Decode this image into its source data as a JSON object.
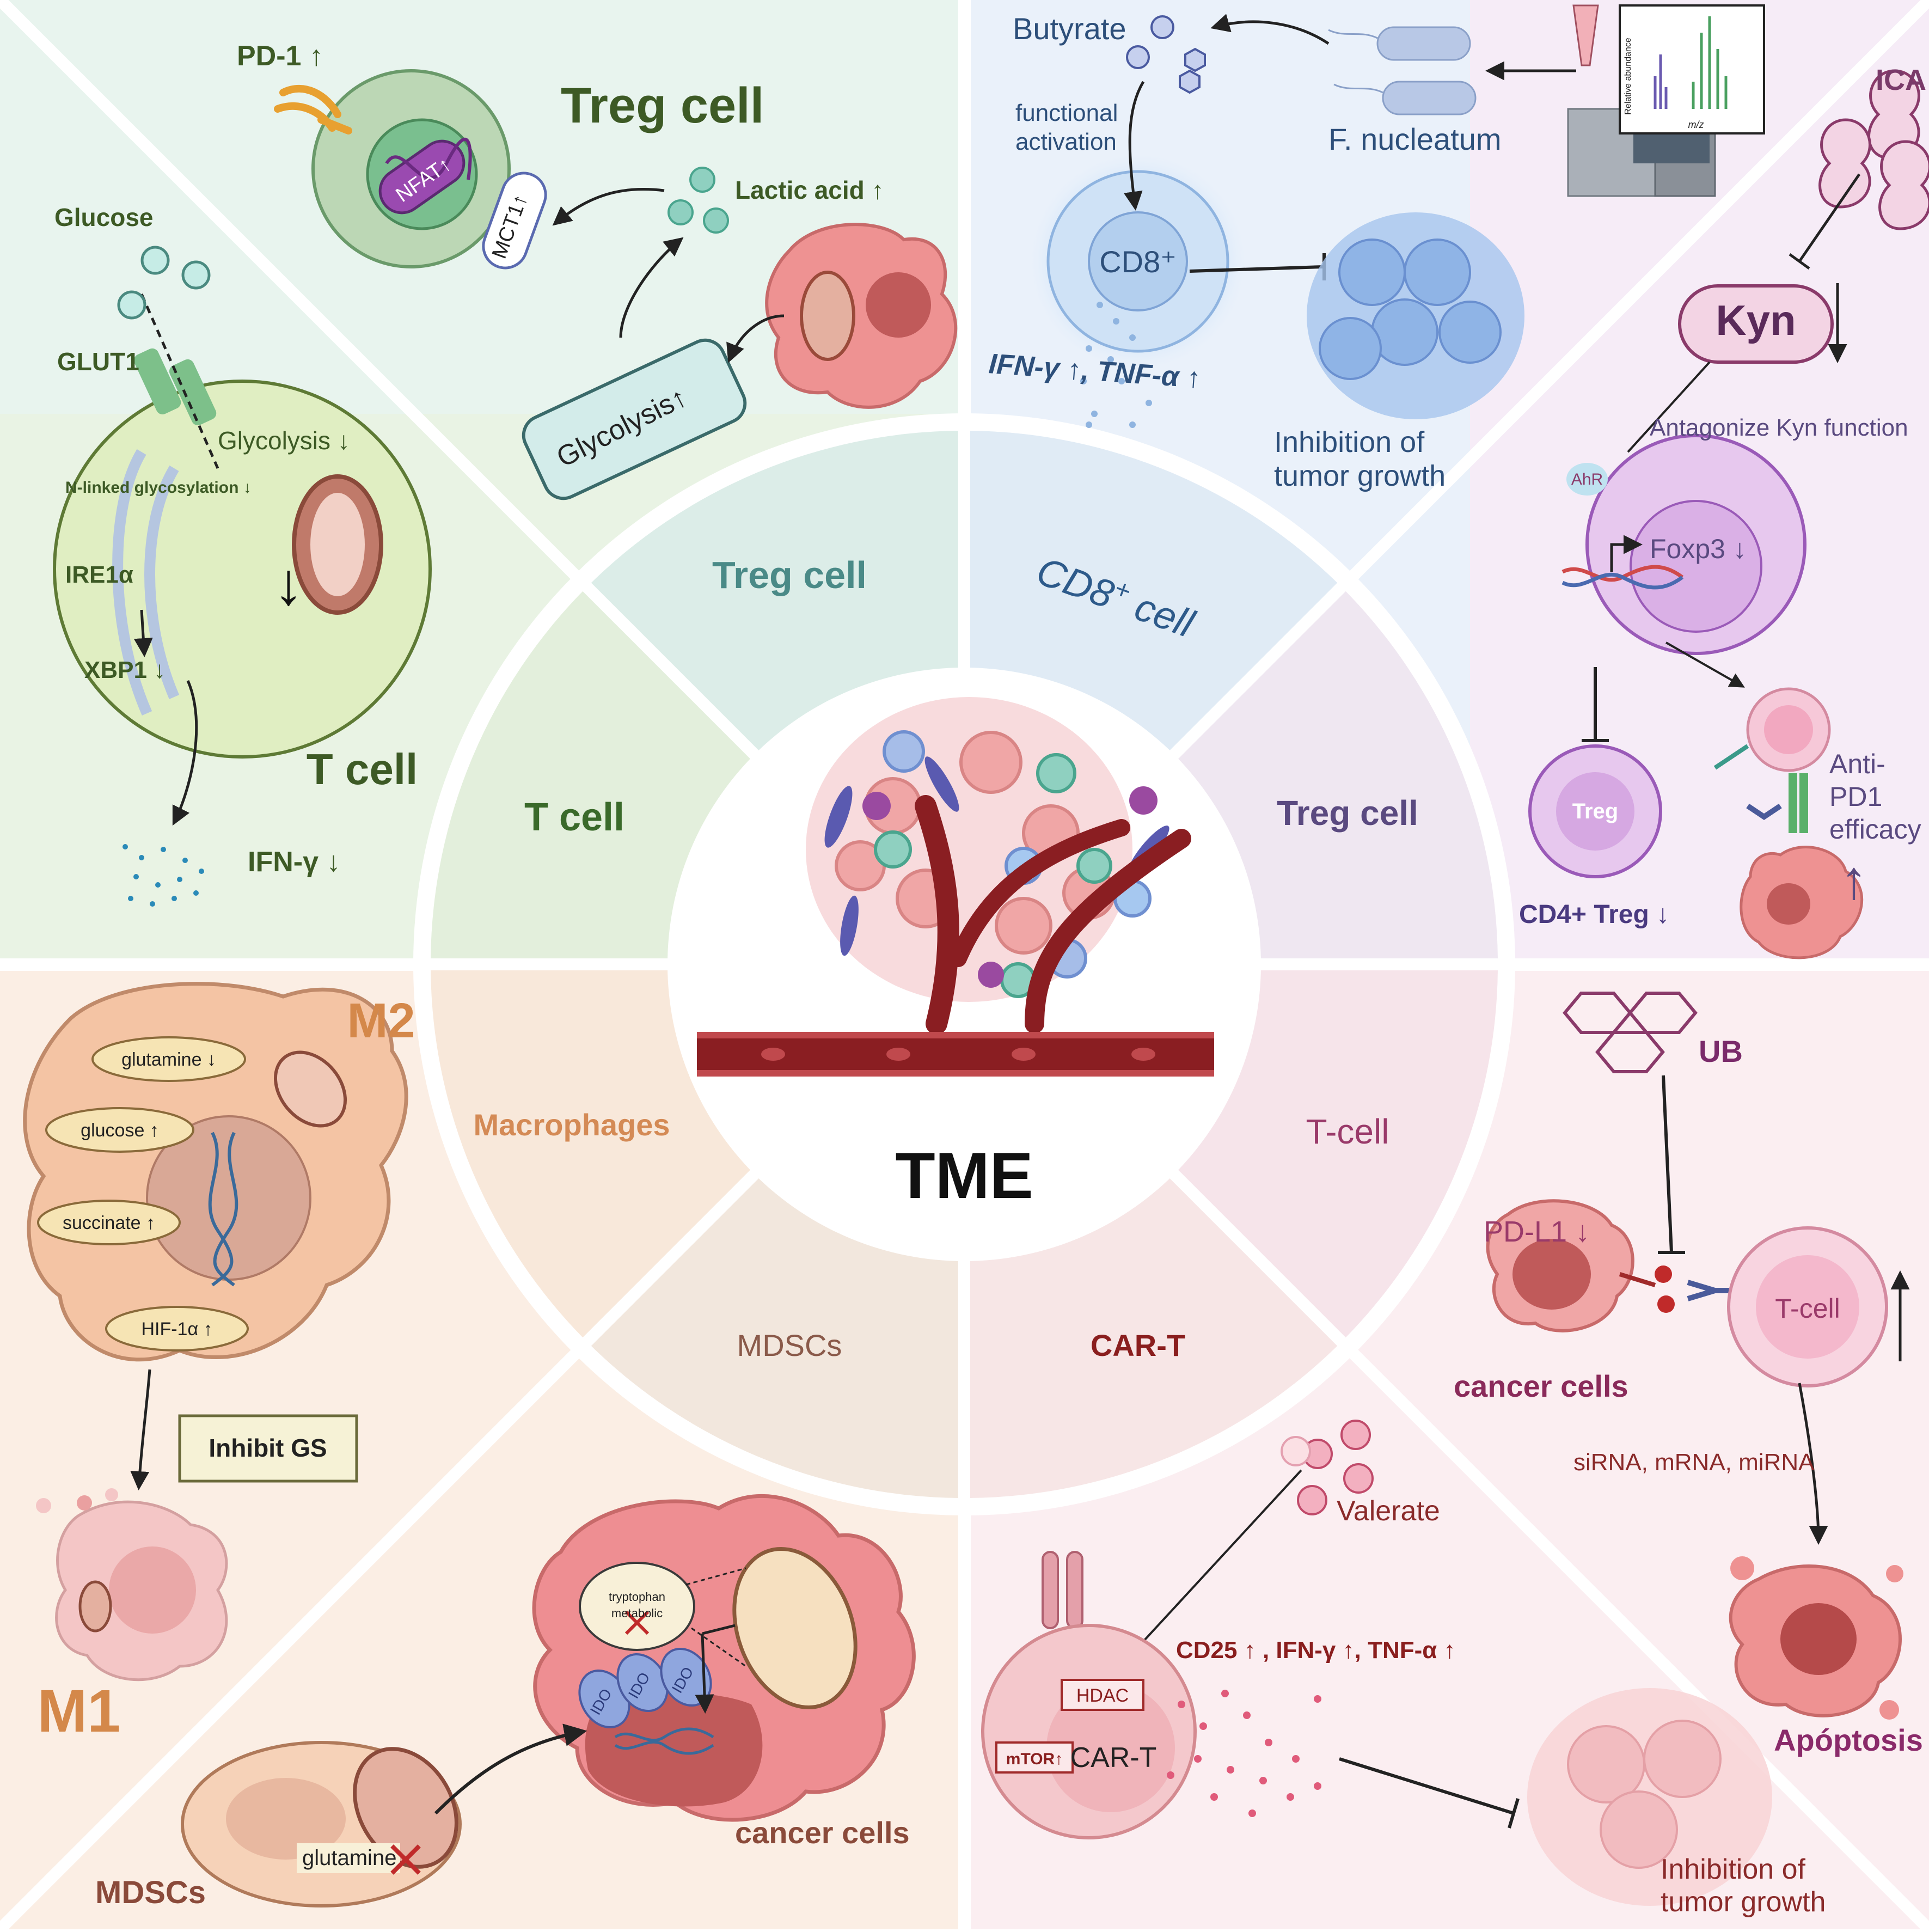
{
  "center": {
    "title": "TME"
  },
  "ring": {
    "inner": [
      "Treg cell",
      "CD8+ cell",
      "Treg cell",
      "T-cell",
      "CAR-T",
      "MDSCs",
      "Macrophages",
      "T cell"
    ]
  },
  "panel_t_cell": {
    "title": "T cell",
    "glucose": "Glucose",
    "glut1": "GLUT1",
    "glycolysis": "Glycolysis ↓",
    "n_linked": "N-linked glycosylation ↓",
    "ire1a": "IRE1α",
    "xbp1": "XBP1 ↓",
    "ifng": "IFN-γ  ↓",
    "mito_arrow": "↓"
  },
  "panel_treg_top": {
    "title": "Treg cell",
    "pd1": "PD-1 ↑",
    "nfat": "NFAT↑",
    "mct1": "MCT1↑",
    "lactic": "Lactic acid  ↑",
    "glycolysis": "Glycolysis↑"
  },
  "panel_cd8": {
    "butyrate": "Butyrate",
    "functional": "functional",
    "activation": "activation",
    "f_nucleatum": "F. nucleatum",
    "cd8": "CD8⁺",
    "cytokines": "IFN-γ ↑, TNF-α ↑",
    "inhibit1": "Inhibition of",
    "inhibit2": "tumor growth",
    "ms_xlabel": "m/z",
    "ms_ylabel": "Relative abundance"
  },
  "panel_treg_right": {
    "ica": "ICA",
    "kyn": "Kyn",
    "antagonize": "Antagonize Kyn function",
    "ahr": "AhR",
    "foxp3": "Foxp3 ↓",
    "treg": "Treg",
    "cd4": "CD4+ Treg ↓",
    "anti1": "Anti-",
    "anti2": "PD1",
    "anti3": "efficacy",
    "up": "↑"
  },
  "panel_tcell_right": {
    "ub": "UB",
    "pdl1": "PD-L1 ↓",
    "tcell": "T-cell",
    "cancer": "cancer cells",
    "sirna": "siRNA, mRNA, miRNA",
    "apoptosis": "Apóptosis"
  },
  "panel_cart": {
    "valerate": "Valerate",
    "cytokines": "CD25 ↑ ,   IFN-γ ↑, TNF-α ↑",
    "hdac": "HDAC",
    "mtor": "mTOR↑",
    "cart": "CAR-T",
    "inhibit1": "Inhibition of",
    "inhibit2": "tumor growth"
  },
  "panel_mdsc": {
    "tryptophan1": "tryptophan",
    "tryptophan2": "metabolic",
    "ido": "IDO",
    "cancer": "cancer cells",
    "glutamine": "glutamine",
    "mdscs": "MDSCs"
  },
  "panel_macro": {
    "m2": "M2",
    "m1": "M1",
    "glutamine": "glutamine  ↓",
    "glucose": "glucose ↑",
    "succinate": "succinate ↑",
    "hif": "HIF-1α ↑",
    "inhibit_gs": "Inhibit GS"
  }
}
